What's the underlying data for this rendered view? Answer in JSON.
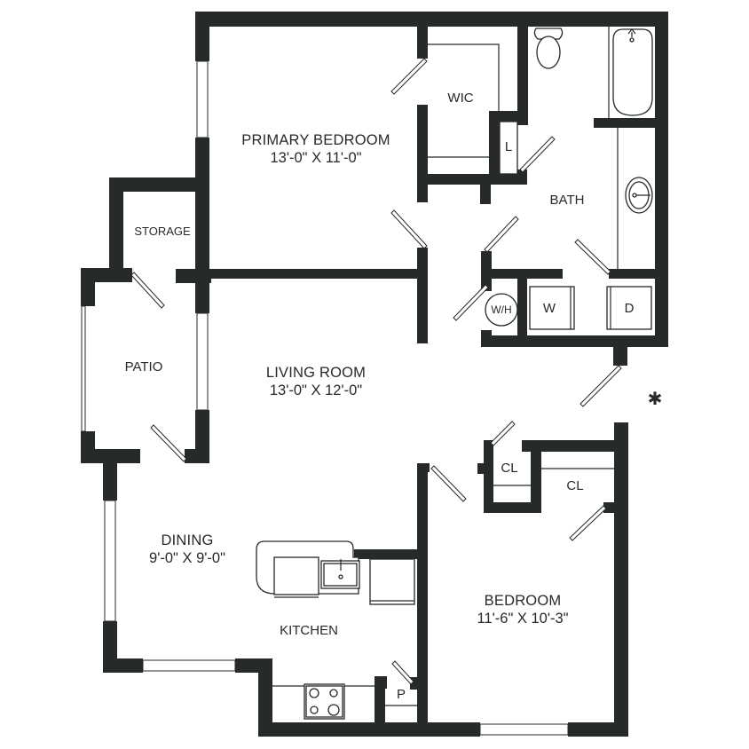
{
  "floor_plan": {
    "rooms": [
      {
        "id": "primary-bedroom",
        "name": "PRIMARY BEDROOM",
        "dimensions": "13'-0\" X 11'-0\""
      },
      {
        "id": "wic",
        "name": "WIC"
      },
      {
        "id": "linen",
        "name": "L"
      },
      {
        "id": "bath",
        "name": "BATH"
      },
      {
        "id": "storage",
        "name": "STORAGE"
      },
      {
        "id": "patio",
        "name": "PATIO"
      },
      {
        "id": "living-room",
        "name": "LIVING ROOM",
        "dimensions": "13'-0\" X 12'-0\""
      },
      {
        "id": "dining",
        "name": "DINING",
        "dimensions": "9'-0\" X 9'-0\""
      },
      {
        "id": "kitchen",
        "name": "KITCHEN"
      },
      {
        "id": "closet-1",
        "name": "CL"
      },
      {
        "id": "closet-2",
        "name": "CL"
      },
      {
        "id": "bedroom",
        "name": "BEDROOM",
        "dimensions": "11'-6\" X 10'-3\""
      },
      {
        "id": "pantry",
        "name": "P"
      }
    ],
    "appliances": {
      "water_heater": "W/H",
      "washer": "W",
      "dryer": "D"
    },
    "entry_marker": "✱",
    "colors": {
      "wall": "#262a2a",
      "background": "#ffffff"
    }
  }
}
